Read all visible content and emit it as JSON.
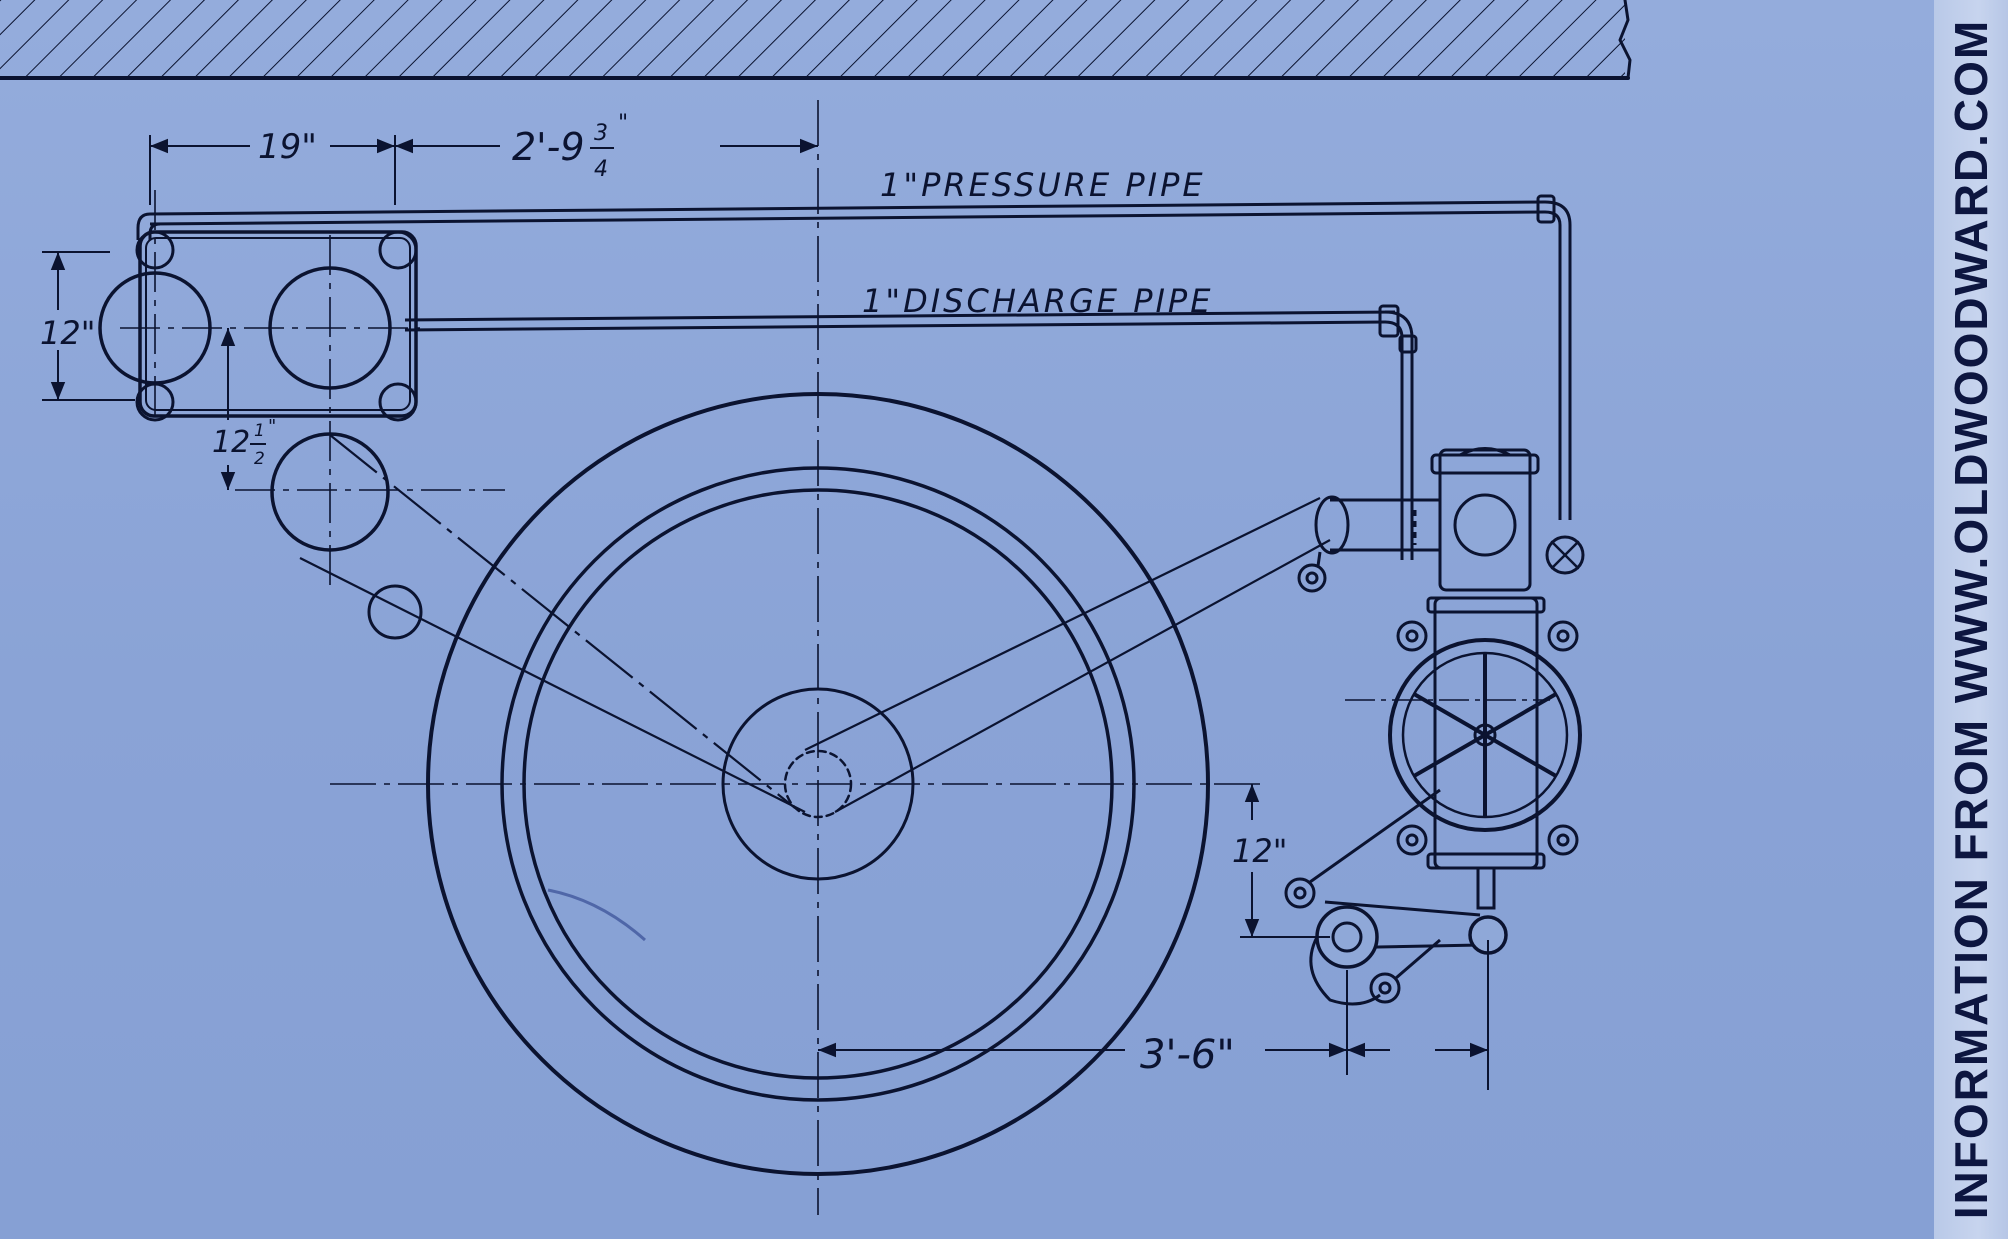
{
  "title": "",
  "watermark": "INFORMATION FROM WWW.OLDWOODWARD.COM",
  "colors": {
    "paper": "#8fa8d8",
    "ink": "#0b1330",
    "sidebar": "#c0cfec"
  },
  "labels": {
    "pressure_pipe": "1\"PRESSURE PIPE",
    "discharge_pipe": "1\"DISCHARGE PIPE"
  },
  "dimensions": {
    "d_19": "19\"",
    "d_2_9": "2'-9",
    "d_3": "3",
    "d_4": "4",
    "d_2_9_suffix": "\"",
    "d_12_left": "12\"",
    "d_12_half": "12",
    "d_12_half_num": "1",
    "d_12_half_den": "2",
    "d_12_half_suffix": "\"",
    "d_12_right": "12\"",
    "d_3_6": "3'-6\""
  }
}
